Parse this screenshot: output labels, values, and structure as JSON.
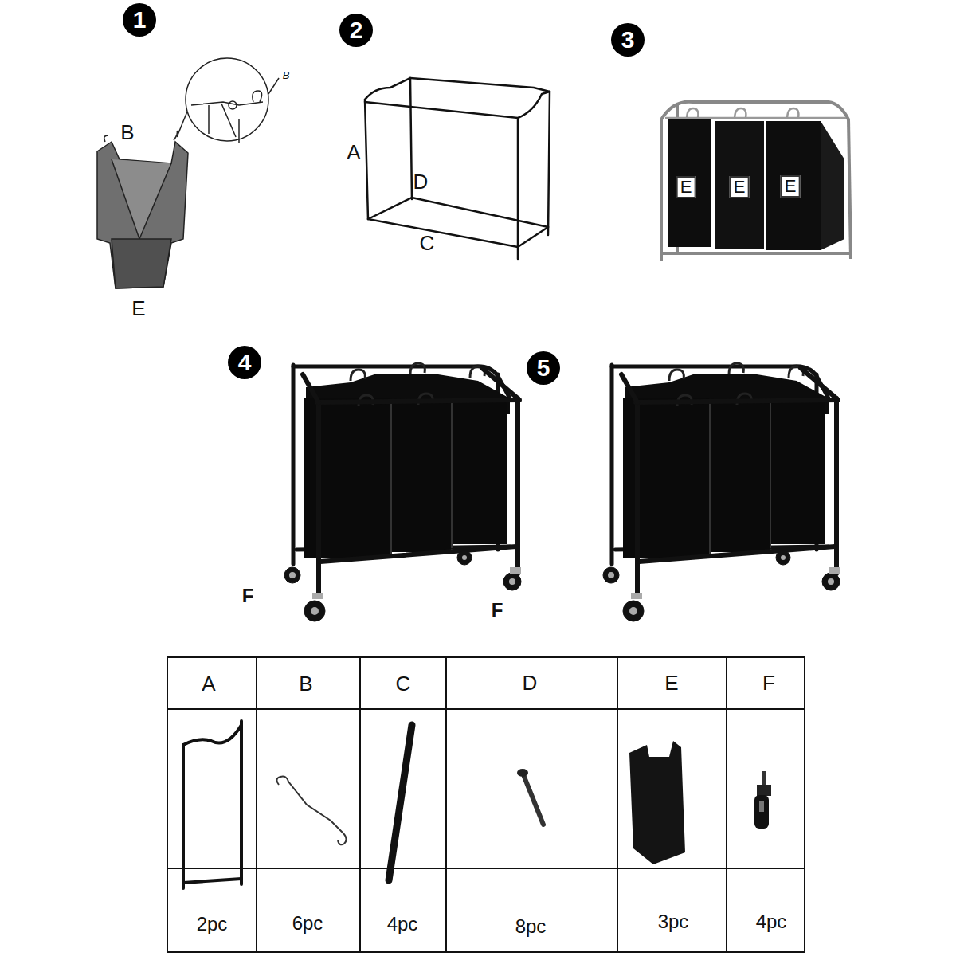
{
  "diagram": {
    "nodes": [
      {
        "text": [
          "1"
        ]
      },
      {
        "text": [
          "2"
        ]
      },
      {
        "text": [
          "3"
        ]
      },
      {
        "text": [
          "4"
        ]
      },
      {
        "text": [
          "5"
        ]
      }
    ],
    "labels": [
      "B",
      "B",
      "E",
      "A",
      "D",
      "C",
      "E",
      "E",
      "E",
      "F",
      "F",
      "A",
      "B",
      "C",
      "D",
      "E",
      "F",
      "2pc",
      "6pc",
      "4pc",
      "8pc",
      "3pc",
      "4pc"
    ]
  }
}
